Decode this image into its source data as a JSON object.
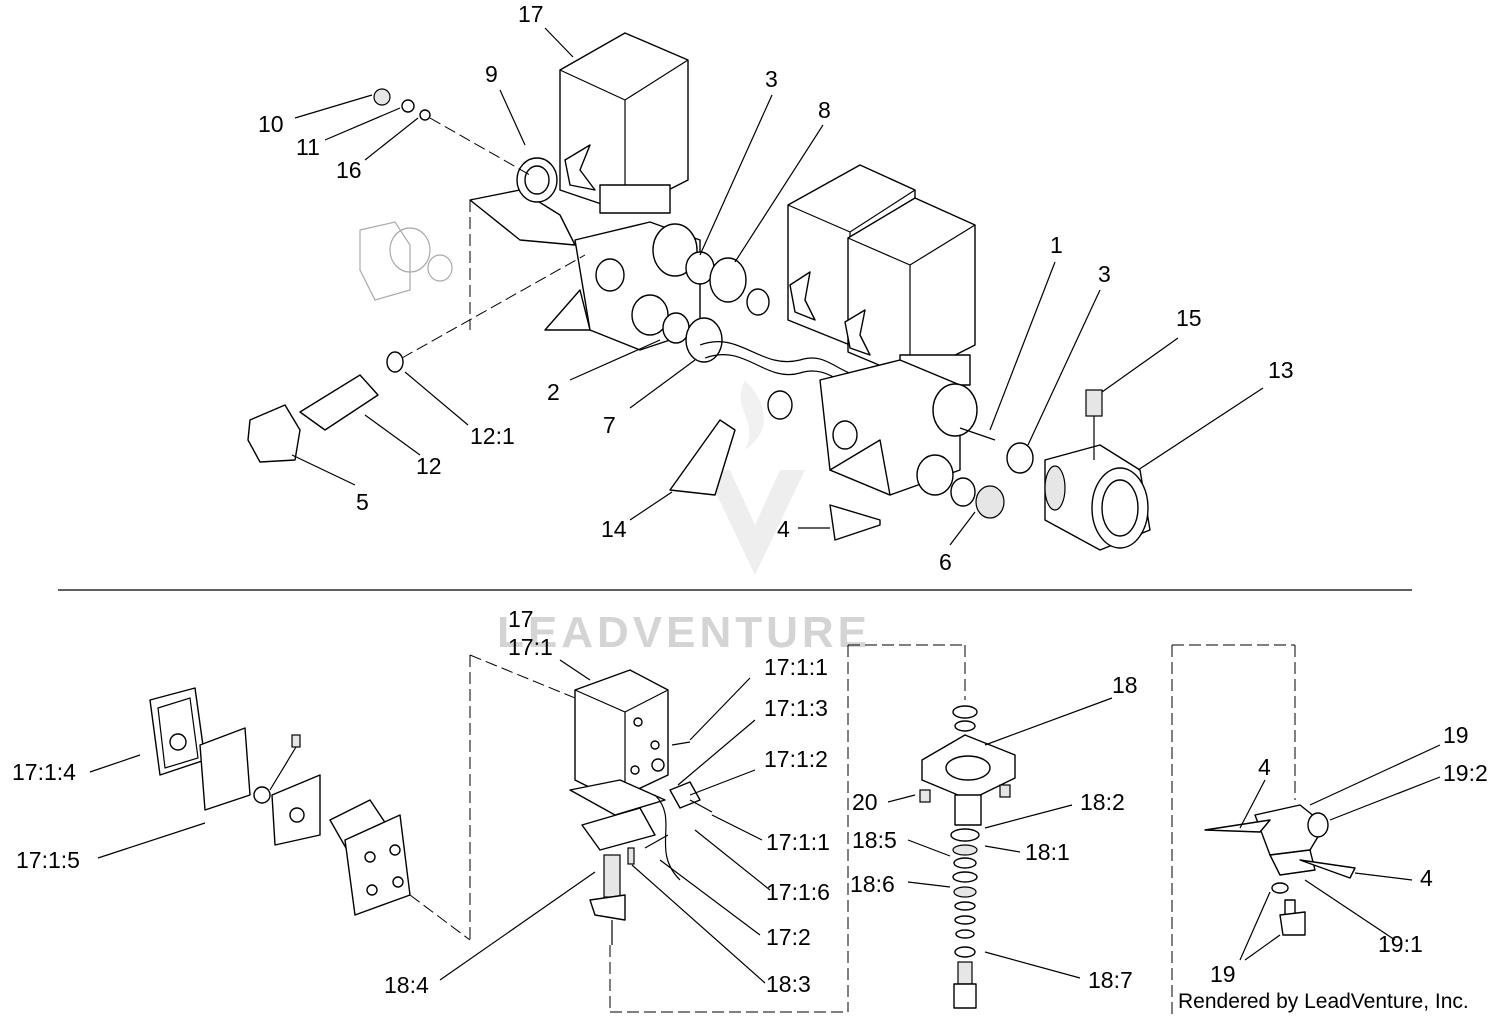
{
  "watermark": "LEADVENTURE",
  "credit": "Rendered by LeadVenture, Inc.",
  "labels": {
    "top": {
      "p17": "17",
      "p9": "9",
      "p3a": "3",
      "p8": "8",
      "p10": "10",
      "p11": "11",
      "p16": "16",
      "p1": "1",
      "p3b": "3",
      "p15": "15",
      "p13": "13",
      "p2": "2",
      "p7": "7",
      "p12_1": "12:1",
      "p12": "12",
      "p5": "5",
      "p14": "14",
      "p4": "4",
      "p6": "6"
    },
    "bottom": {
      "p17": "17",
      "p17_1": "17:1",
      "p17_1_1a": "17:1:1",
      "p17_1_3": "17:1:3",
      "p17_1_2": "17:1:2",
      "p17_1_1b": "17:1:1",
      "p17_1_6": "17:1:6",
      "p17_2": "17:2",
      "p18_3": "18:3",
      "p18_4": "18:4",
      "p17_1_4": "17:1:4",
      "p17_1_5": "17:1:5",
      "p18": "18",
      "p20": "20",
      "p18_2": "18:2",
      "p18_5": "18:5",
      "p18_1": "18:1",
      "p18_6": "18:6",
      "p18_7": "18:7",
      "p19a": "19",
      "p19_2": "19:2",
      "p4a": "4",
      "p4b": "4",
      "p19_1": "19:1",
      "p19b": "19"
    }
  }
}
